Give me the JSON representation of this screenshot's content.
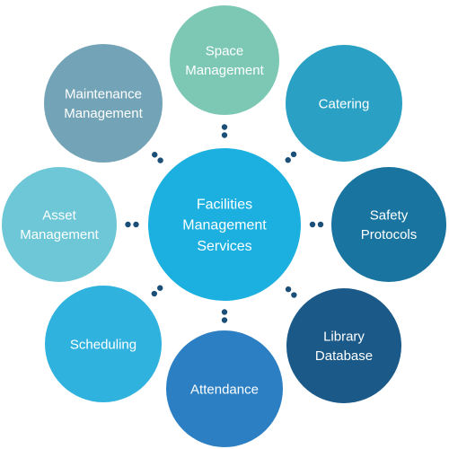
{
  "hub": {
    "lines": [
      "Facilities",
      "Management",
      "Services"
    ],
    "color": "#1cb0e0"
  },
  "nodes": [
    {
      "id": "space-management",
      "lines": [
        "Space",
        "Management"
      ],
      "color": "#7cc8b4"
    },
    {
      "id": "catering",
      "lines": [
        "Catering"
      ],
      "color": "#2aa1c4"
    },
    {
      "id": "safety-protocols",
      "lines": [
        "Safety",
        "Protocols"
      ],
      "color": "#1a74a0"
    },
    {
      "id": "library-database",
      "lines": [
        "Library",
        "Database"
      ],
      "color": "#1b5a88"
    },
    {
      "id": "attendance",
      "lines": [
        "Attendance"
      ],
      "color": "#2b7fc2"
    },
    {
      "id": "scheduling",
      "lines": [
        "Scheduling"
      ],
      "color": "#30b2df"
    },
    {
      "id": "asset-management",
      "lines": [
        "Asset",
        "Management"
      ],
      "color": "#6dc7d6"
    },
    {
      "id": "maintenance-management",
      "lines": [
        "Maintenance",
        "Management"
      ],
      "color": "#73a3b6"
    }
  ],
  "connector_color": "#1b4f78"
}
